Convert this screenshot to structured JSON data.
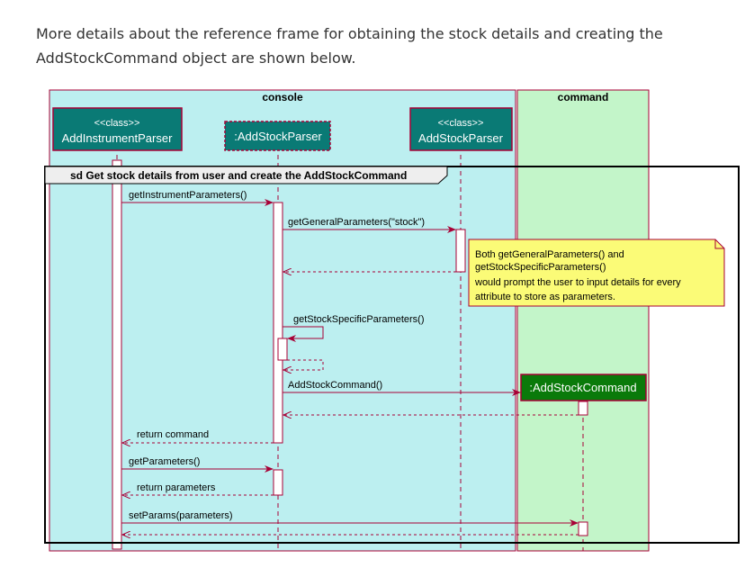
{
  "intro_text": "More details about the reference frame for obtaining the stock details and creating the AddStockCommand object are shown below.",
  "colors": {
    "console_box": "#BCEFF0",
    "command_box": "#C3F5C9",
    "participant_fill": "#0A7A75",
    "command_participant_fill": "#0A7A0A",
    "border": "#A80036",
    "note_fill": "#FBFB77"
  },
  "diagram": {
    "boxes": {
      "console": "console",
      "command": "command"
    },
    "participants": {
      "p1_stereo": "<<class>>",
      "p1_name": "AddInstrumentParser",
      "p2_name": ":AddStockParser",
      "p3_stereo": "<<class>>",
      "p3_name": "AddStockParser",
      "p4_name": ":AddStockCommand"
    },
    "frame_title": "sd Get stock details from user and create the AddStockCommand",
    "messages": {
      "m1": "getInstrumentParameters()",
      "m2": "getGeneralParameters(\"stock\")",
      "m3": "getStockSpecificParameters()",
      "m4": "AddStockCommand()",
      "m5": "return command",
      "m6": "getParameters()",
      "m7": "return parameters",
      "m8": "setParams(parameters)"
    },
    "note_lines": [
      "Both getGeneralParameters() and",
      "getStockSpecificParameters()",
      "would prompt the user to input details for every",
      "attribute to store as parameters."
    ]
  }
}
